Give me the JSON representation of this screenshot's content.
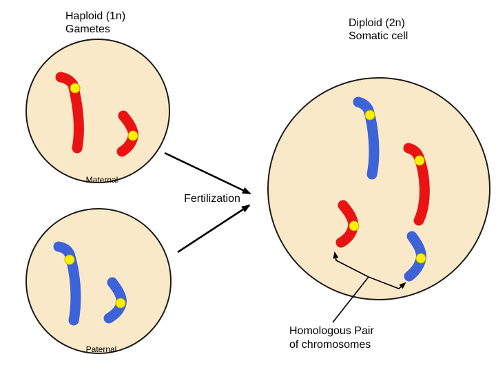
{
  "titles": {
    "haploid": {
      "line1": "Haploid (1n)",
      "line2": "Gametes"
    },
    "diploid": {
      "line1": "Diploid (2n)",
      "line2": "Somatic cell"
    }
  },
  "labels": {
    "maternal": "Maternal",
    "paternal": "Paternal",
    "fertilization": "Fertilization",
    "homologous": {
      "line1": "Homologous Pair",
      "line2": "of chromosomes"
    }
  },
  "cells": {
    "maternal_gamete": {
      "label": "Maternal",
      "chromosome_count": 2,
      "chromosome_color_name": "red"
    },
    "paternal_gamete": {
      "label": "Paternal",
      "chromosome_count": 2,
      "chromosome_color_name": "blue"
    },
    "somatic_cell": {
      "chromosome_count": 4,
      "homologous_pairs": 2
    }
  },
  "colors": {
    "background": "#ffffff",
    "cell_fill": "#fae9c8",
    "cell_outline": "#1a1a1a",
    "maternal_chromosome": "#ea1313",
    "paternal_chromosome": "#3c63d8",
    "centromere_fill": "#fff000",
    "centromere_outline": "#bfa90e",
    "text": "#000000",
    "arrow": "#000000"
  }
}
